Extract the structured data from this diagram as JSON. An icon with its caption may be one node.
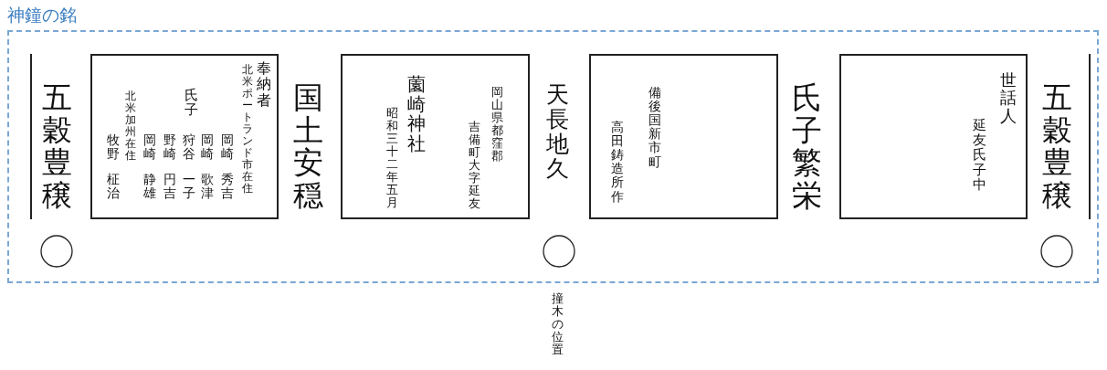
{
  "diagram": {
    "title": "神鐘の銘",
    "nodes": [
      {
        "text": [],
        "shape": "box"
      },
      {
        "text": [
          "奉納者",
          "北米ポートランド市在住",
          "岡崎",
          "秀吉",
          "岡崎",
          "歌津",
          "氏子",
          "狩谷",
          "一子",
          "野崎",
          "円吉",
          "岡崎",
          "静雄",
          "北米加州在住",
          "牧野",
          "柾治"
        ],
        "in": 0
      },
      {
        "text": [
          "岡山県都窪郡",
          "吉備町大字延友",
          "薗崎神社",
          "昭和三十二年五月"
        ],
        "in": 0
      },
      {
        "text": [
          "備後国新市町",
          "高田鋳造所作"
        ],
        "in": 0
      },
      {
        "text": [
          "世話人",
          "延友氏子中"
        ],
        "in": 0
      },
      {
        "text": [],
        "shape": "circle",
        "in": 0
      },
      {
        "text": [],
        "shape": "circle",
        "in": 0
      },
      {
        "text": [],
        "shape": "circle",
        "in": 0
      }
    ],
    "edges": [],
    "labels": [
      "五穀豊穣",
      "国土安穏",
      "天長地久",
      "氏子繁栄",
      "五穀豊穣",
      "撞木の位置"
    ]
  }
}
